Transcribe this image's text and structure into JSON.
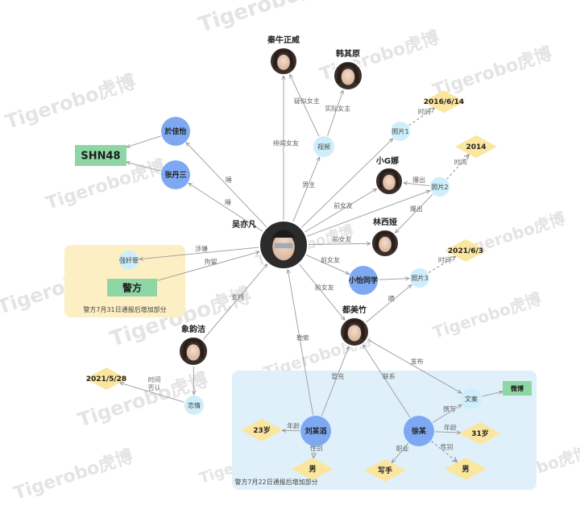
{
  "colors": {
    "blue_node": "#7ea9f2",
    "light_blue_node": "#cdeefa",
    "diamond": "#fbe6a0",
    "green_box": "#8fd6a5",
    "group_yellow": "#fcefc4",
    "group_blue": "#dff0fa",
    "edge": "#9a9a9a",
    "watermark": "#e4e4e4"
  },
  "watermark": "Tigerobo虎博",
  "groups": [
    {
      "id": "g_police",
      "caption": "警方7月31日通报后增加部分"
    },
    {
      "id": "g_police2",
      "caption": "警方7月22日通报后增加部分"
    }
  ],
  "nodes": [
    {
      "id": "wu",
      "label": "吴亦凡",
      "type": "photo",
      "photo": "man"
    },
    {
      "id": "qinniu",
      "label": "秦牛正威",
      "type": "photo",
      "photo": "woman"
    },
    {
      "id": "han",
      "label": "韩其原",
      "type": "photo",
      "photo": "woman"
    },
    {
      "id": "xiaog",
      "label": "小G娜",
      "type": "photo",
      "photo": "woman"
    },
    {
      "id": "lin",
      "label": "林西娅",
      "type": "photo",
      "photo": "woman"
    },
    {
      "id": "du",
      "label": "都美竹",
      "type": "photo",
      "photo": "woman"
    },
    {
      "id": "xiang",
      "label": "象韵洁",
      "type": "photo",
      "photo": "woman"
    },
    {
      "id": "yu",
      "label": "於佳怡",
      "type": "blue"
    },
    {
      "id": "zhang",
      "label": "张丹三",
      "type": "blue"
    },
    {
      "id": "xiaoyi",
      "label": "小怡同学",
      "type": "blue"
    },
    {
      "id": "liu",
      "label": "刘某滔",
      "type": "blue"
    },
    {
      "id": "xu",
      "label": "徐某",
      "type": "blue"
    },
    {
      "id": "video",
      "label": "视频",
      "type": "light"
    },
    {
      "id": "p1",
      "label": "照片1",
      "type": "light"
    },
    {
      "id": "p2",
      "label": "照片2",
      "type": "light"
    },
    {
      "id": "p3",
      "label": "照片3",
      "type": "light"
    },
    {
      "id": "qiang",
      "label": "强奸罪",
      "type": "light"
    },
    {
      "id": "lian",
      "label": "恋情",
      "type": "light"
    },
    {
      "id": "wenan",
      "label": "文案",
      "type": "light"
    },
    {
      "id": "d2016",
      "label": "2016/6/14",
      "type": "diamond"
    },
    {
      "id": "d2014",
      "label": "2014",
      "type": "diamond"
    },
    {
      "id": "d2021a",
      "label": "2021/6/3",
      "type": "diamond"
    },
    {
      "id": "d2021b",
      "label": "2021/5/28",
      "type": "diamond"
    },
    {
      "id": "d23",
      "label": "23岁",
      "type": "diamond"
    },
    {
      "id": "d31",
      "label": "31岁",
      "type": "diamond"
    },
    {
      "id": "dnan1",
      "label": "男",
      "type": "diamond"
    },
    {
      "id": "dnan2",
      "label": "男",
      "type": "diamond"
    },
    {
      "id": "dxie",
      "label": "写手",
      "type": "diamond"
    },
    {
      "id": "shn",
      "label": "SHN48",
      "type": "box"
    },
    {
      "id": "jing",
      "label": "警方",
      "type": "box"
    },
    {
      "id": "weibo",
      "label": "微博",
      "type": "box"
    }
  ],
  "edges": [
    {
      "from": "wu",
      "to": "qinniu",
      "label": "绯闻女友"
    },
    {
      "from": "video",
      "to": "qinniu",
      "label": "疑似女主"
    },
    {
      "from": "video",
      "to": "han",
      "label": "实际女主"
    },
    {
      "from": "wu",
      "to": "video",
      "label": "男主"
    },
    {
      "from": "wu",
      "to": "yu",
      "label": "睡"
    },
    {
      "from": "wu",
      "to": "zhang",
      "label": "睡"
    },
    {
      "from": "yu",
      "to": "shn",
      "label": ""
    },
    {
      "from": "zhang",
      "to": "shn",
      "label": ""
    },
    {
      "from": "wu",
      "to": "p1",
      "label": ""
    },
    {
      "from": "p1",
      "to": "d2016",
      "label": "时间",
      "dashed": true
    },
    {
      "from": "wu",
      "to": "xiaog",
      "label": "前女友"
    },
    {
      "from": "p2",
      "to": "xiaog",
      "label": "爆出"
    },
    {
      "from": "wu",
      "to": "p2",
      "label": ""
    },
    {
      "from": "p2",
      "to": "d2014",
      "label": "时间",
      "dashed": true
    },
    {
      "from": "wu",
      "to": "lin",
      "label": "前女友"
    },
    {
      "from": "p2",
      "to": "lin",
      "label": "爆出"
    },
    {
      "from": "wu",
      "to": "xiaoyi",
      "label": "前女友"
    },
    {
      "from": "xiaoyi",
      "to": "p3",
      "label": ""
    },
    {
      "from": "p3",
      "to": "d2021a",
      "label": "时间",
      "dashed": true
    },
    {
      "from": "wu",
      "to": "du",
      "label": "前女友"
    },
    {
      "from": "du",
      "to": "p3",
      "label": "晒"
    },
    {
      "from": "wu",
      "to": "qiang",
      "label": "涉嫌"
    },
    {
      "from": "jing",
      "to": "wu",
      "label": "拘留"
    },
    {
      "from": "xiang",
      "to": "wu",
      "label": "支持"
    },
    {
      "from": "xiang",
      "to": "lian",
      "label": ""
    },
    {
      "from": "lian",
      "to": "d2021b",
      "label": "否认"
    },
    {
      "from": "lian",
      "to": "d2021b",
      "label": "时间",
      "dashed": true
    },
    {
      "from": "liu",
      "to": "wu",
      "label": "勒索"
    },
    {
      "from": "liu",
      "to": "du",
      "label": "冒充"
    },
    {
      "from": "xu",
      "to": "du",
      "label": "联系"
    },
    {
      "from": "du",
      "to": "wenan",
      "label": "发布"
    },
    {
      "from": "xu",
      "to": "wenan",
      "label": "撰写"
    },
    {
      "from": "wenan",
      "to": "weibo",
      "label": ""
    },
    {
      "from": "liu",
      "to": "d23",
      "label": "年龄"
    },
    {
      "from": "liu",
      "to": "dnan1",
      "label": "性别",
      "dashed": true
    },
    {
      "from": "xu",
      "to": "d31",
      "label": "年龄"
    },
    {
      "from": "xu",
      "to": "dnan2",
      "label": "性别",
      "dashed": true
    },
    {
      "from": "xu",
      "to": "dxie",
      "label": "职业"
    }
  ]
}
